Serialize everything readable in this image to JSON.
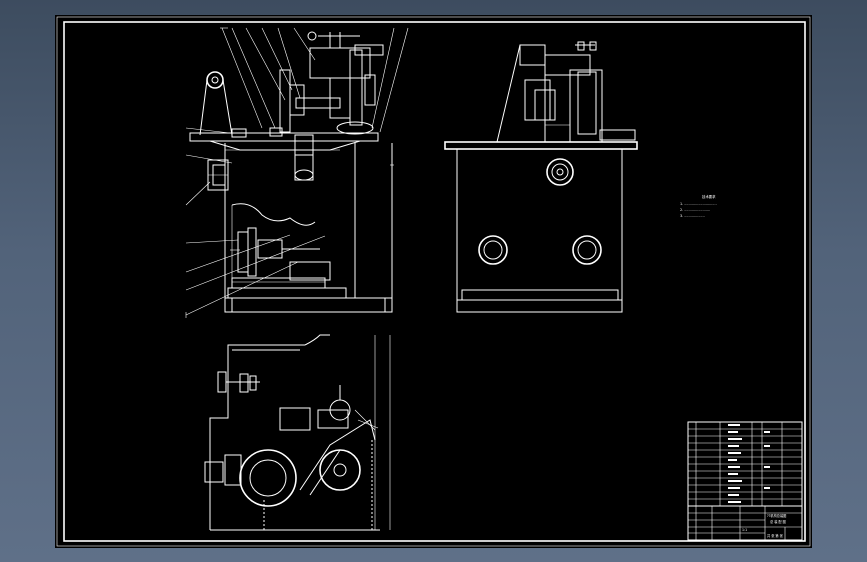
{
  "drawing": {
    "background_color": "#000000",
    "line_color": "#ffffff",
    "desktop_gradient": [
      "#3d4c5f",
      "#5f7088"
    ],
    "notes_title": "技术要求",
    "notes_lines": [
      "1. ..............................",
      "2. ........................",
      "3. ..................."
    ],
    "title_block": {
      "drawing_name": "??机构总装图",
      "sub_title": "总 装 配 图",
      "scale_label": "1:1",
      "sheet_label": "共 张 第 张"
    }
  }
}
